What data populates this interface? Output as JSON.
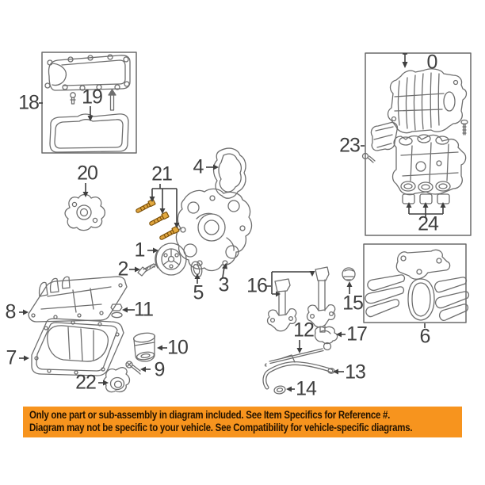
{
  "labels": {
    "p0": "0",
    "p1": "1",
    "p2": "2",
    "p3": "3",
    "p4": "4",
    "p5": "5",
    "p6": "6",
    "p7": "7",
    "p8": "8",
    "p9": "9",
    "p10": "10",
    "p11": "11",
    "p12": "12",
    "p13": "13",
    "p14": "14",
    "p15": "15",
    "p16": "16",
    "p17": "17",
    "p18": "18",
    "p19": "19",
    "p20": "20",
    "p21": "21",
    "p22": "22",
    "p23": "23",
    "p24": "24"
  },
  "banner": {
    "bg_color": "#f7941e",
    "text_color": "#241300",
    "line1": "Only one part or sub-assembly in diagram included. See Item Specifics for Reference #.",
    "line2": "Diagram may not be specific to your vehicle. See Compatibility for vehicle-specific diagrams."
  },
  "colors": {
    "line_art": "#6e6e6e",
    "label": "#3f3f3f",
    "highlight_fill": "#dfa43e",
    "highlight_stroke": "#7a4f08"
  }
}
